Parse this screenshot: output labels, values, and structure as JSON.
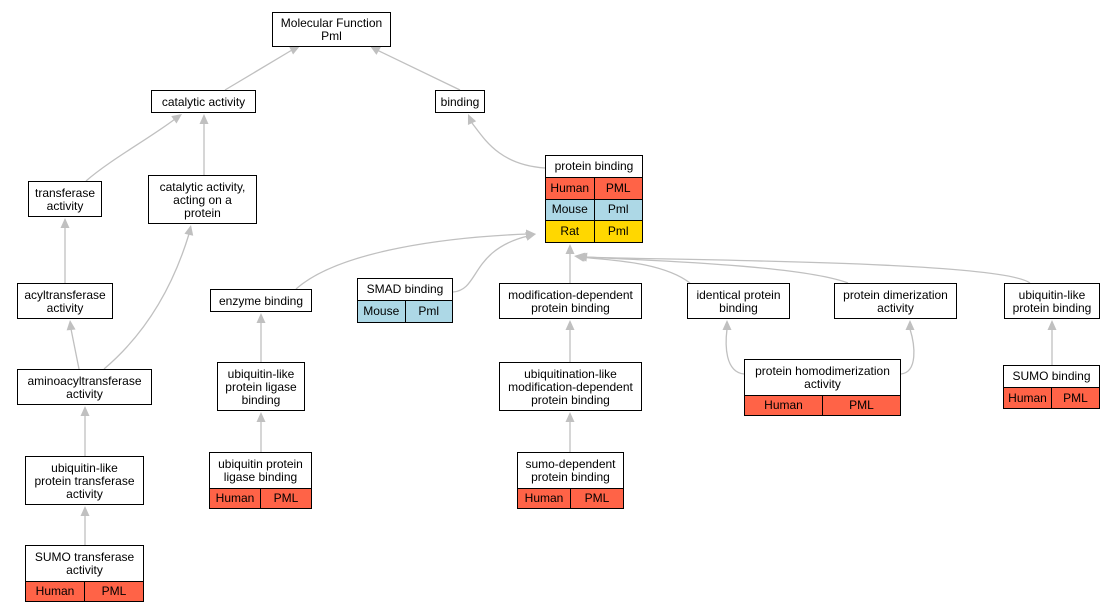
{
  "colors": {
    "edge": "#c0c0c0",
    "Human": "#ff6347",
    "Mouse": "#add8e6",
    "Rat": "#ffd700"
  },
  "nodes": [
    {
      "id": "mf",
      "label": "Molecular Function\nPml",
      "rows": []
    },
    {
      "id": "catalytic",
      "label": "catalytic activity",
      "rows": []
    },
    {
      "id": "binding",
      "label": "binding",
      "rows": []
    },
    {
      "id": "transferase",
      "label": "transferase\nactivity",
      "rows": []
    },
    {
      "id": "catalytic_protein",
      "label": "catalytic activity,\nacting on a\nprotein",
      "rows": []
    },
    {
      "id": "protein_binding",
      "label": "protein binding",
      "rows": [
        {
          "species": "Human",
          "gene": "PML"
        },
        {
          "species": "Mouse",
          "gene": "Pml"
        },
        {
          "species": "Rat",
          "gene": "Pml"
        }
      ]
    },
    {
      "id": "acyltransferase",
      "label": "acyltransferase\nactivity",
      "rows": []
    },
    {
      "id": "enzyme_binding",
      "label": "enzyme binding",
      "rows": []
    },
    {
      "id": "smad_binding",
      "label": "SMAD binding",
      "rows": [
        {
          "species": "Mouse",
          "gene": "Pml"
        }
      ]
    },
    {
      "id": "mod_dep",
      "label": "modification-dependent\nprotein binding",
      "rows": []
    },
    {
      "id": "identical",
      "label": "identical protein\nbinding",
      "rows": []
    },
    {
      "id": "dimerization",
      "label": "protein dimerization\nactivity",
      "rows": []
    },
    {
      "id": "ubl_binding",
      "label": "ubiquitin-like\nprotein binding",
      "rows": []
    },
    {
      "id": "aminoacyl",
      "label": "aminoacyltransferase\nactivity",
      "rows": []
    },
    {
      "id": "ubl_ligase_binding",
      "label": "ubiquitin-like\nprotein ligase\nbinding",
      "rows": []
    },
    {
      "id": "ubl_mod_dep",
      "label": "ubiquitination-like\nmodification-dependent\nprotein binding",
      "rows": []
    },
    {
      "id": "homodimer",
      "label": "protein homodimerization\nactivity",
      "rows": [
        {
          "species": "Human",
          "gene": "PML"
        }
      ]
    },
    {
      "id": "sumo_binding",
      "label": "SUMO binding",
      "rows": [
        {
          "species": "Human",
          "gene": "PML"
        }
      ]
    },
    {
      "id": "ubl_transferase",
      "label": "ubiquitin-like\nprotein transferase\nactivity",
      "rows": []
    },
    {
      "id": "ub_ligase_binding",
      "label": "ubiquitin protein\nligase binding",
      "rows": [
        {
          "species": "Human",
          "gene": "PML"
        }
      ]
    },
    {
      "id": "sumo_dep",
      "label": "sumo-dependent\nprotein binding",
      "rows": [
        {
          "species": "Human",
          "gene": "PML"
        }
      ]
    },
    {
      "id": "sumo_transferase",
      "label": "SUMO transferase\nactivity",
      "rows": [
        {
          "species": "Human",
          "gene": "PML"
        }
      ]
    }
  ],
  "edges": [
    {
      "from": "catalytic",
      "to": "mf"
    },
    {
      "from": "binding",
      "to": "mf"
    },
    {
      "from": "transferase",
      "to": "catalytic"
    },
    {
      "from": "catalytic_protein",
      "to": "catalytic"
    },
    {
      "from": "protein_binding",
      "to": "binding"
    },
    {
      "from": "acyltransferase",
      "to": "transferase"
    },
    {
      "from": "aminoacyl",
      "to": "acyltransferase"
    },
    {
      "from": "aminoacyl",
      "to": "catalytic_protein"
    },
    {
      "from": "ubl_transferase",
      "to": "aminoacyl"
    },
    {
      "from": "sumo_transferase",
      "to": "ubl_transferase"
    },
    {
      "from": "enzyme_binding",
      "to": "protein_binding"
    },
    {
      "from": "smad_binding",
      "to": "protein_binding"
    },
    {
      "from": "mod_dep",
      "to": "protein_binding"
    },
    {
      "from": "identical",
      "to": "protein_binding"
    },
    {
      "from": "dimerization",
      "to": "protein_binding"
    },
    {
      "from": "ubl_binding",
      "to": "protein_binding"
    },
    {
      "from": "ubl_ligase_binding",
      "to": "enzyme_binding"
    },
    {
      "from": "ub_ligase_binding",
      "to": "ubl_ligase_binding"
    },
    {
      "from": "ubl_mod_dep",
      "to": "mod_dep"
    },
    {
      "from": "sumo_dep",
      "to": "ubl_mod_dep"
    },
    {
      "from": "homodimer",
      "to": "identical"
    },
    {
      "from": "homodimer",
      "to": "dimerization"
    },
    {
      "from": "sumo_binding",
      "to": "ubl_binding"
    }
  ]
}
